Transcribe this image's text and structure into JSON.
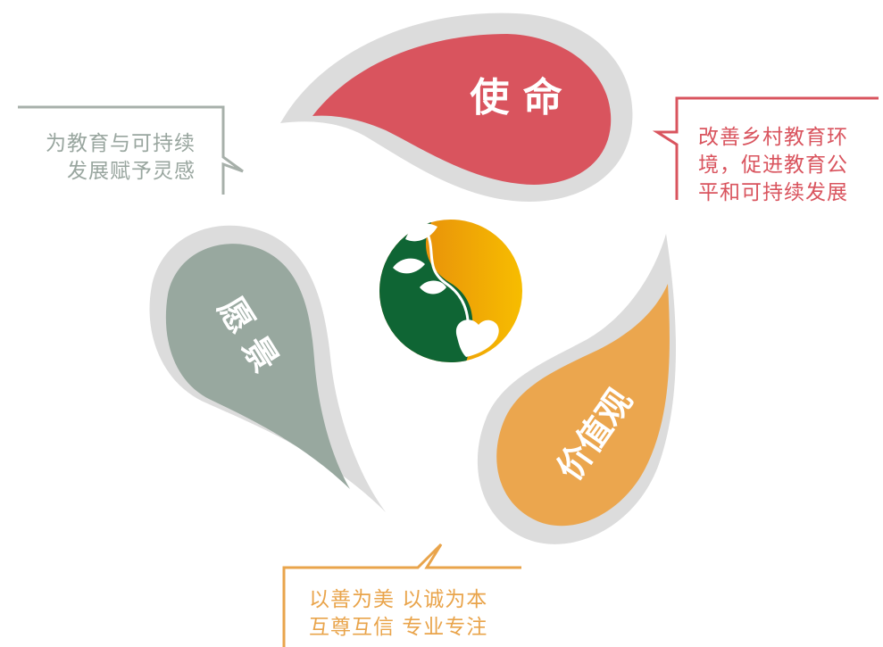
{
  "petals": {
    "mission": {
      "label": "使 命",
      "color": "#d9545e"
    },
    "vision": {
      "label": "愿 景",
      "color": "#98a89f"
    },
    "values": {
      "label": "价值观",
      "color": "#eba64e"
    },
    "halo_color": "#dcdcdc"
  },
  "captions": {
    "vision": {
      "line1": "为教育与可持续",
      "line2": "发展赋予灵感",
      "color": "#99a69f"
    },
    "mission": {
      "line1": "改善乡村教育环",
      "line2": "境，促进教育公",
      "line3": "平和可持续发展",
      "color": "#d9545e"
    },
    "values": {
      "line1": "以善为美 以诚为本",
      "line2": "互尊互信 专业专注",
      "color": "#e9a44b"
    }
  },
  "logo": {
    "green": "#0f6534",
    "orange_start": "#e27f0f",
    "orange_end": "#f7bd00"
  }
}
